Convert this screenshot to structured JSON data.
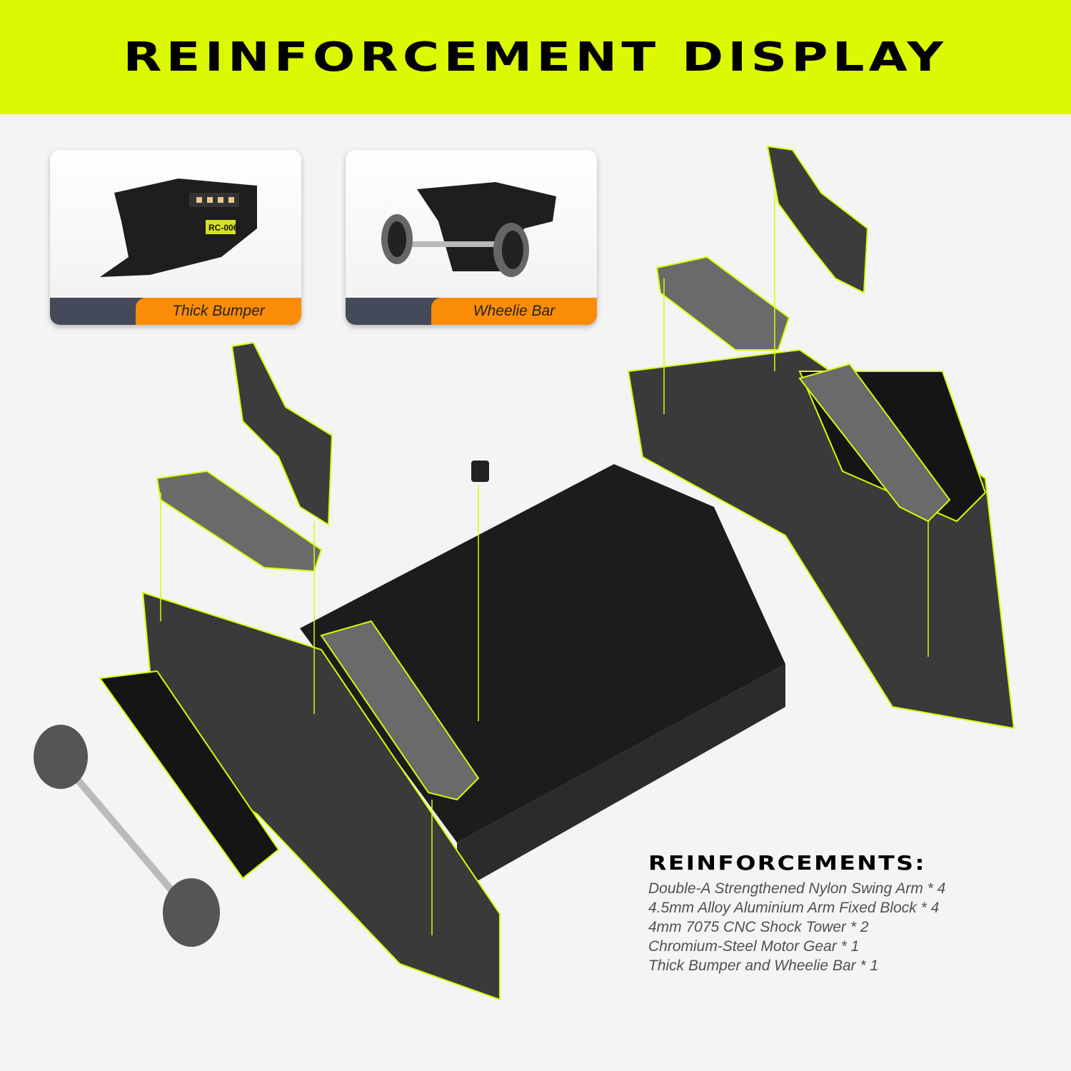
{
  "banner": {
    "title": "REINFORCEMENT DISPLAY"
  },
  "cards": [
    {
      "label": "Thick Bumper",
      "plate": "RC-006"
    },
    {
      "label": "Wheelie Bar"
    }
  ],
  "reinforcements": {
    "title": "REINFORCEMENTS:",
    "items": [
      "Double-A Strengthened Nylon Swing Arm * 4",
      "4.5mm Alloy Aluminium Arm Fixed Block * 4",
      "4mm 7075 CNC Shock Tower * 2",
      "Chromium-Steel Motor Gear * 1",
      "Thick Bumper and Wheelie Bar * 1"
    ]
  },
  "colors": {
    "accent": "#dcf904",
    "label_orange": "#fb8c08",
    "label_dark": "#444a5a",
    "part_black": "#1e1e1e",
    "part_gray": "#5a5a5a"
  }
}
